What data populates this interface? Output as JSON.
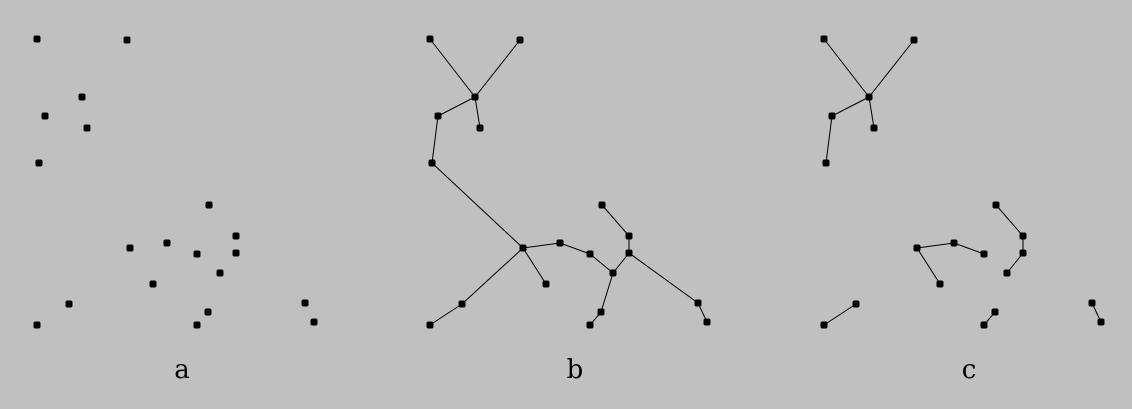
{
  "figure": {
    "background": "#c0c0c0",
    "ink": "#000000",
    "description_panels": [
      "a",
      "b",
      "c"
    ]
  },
  "panels": [
    {
      "label": "a",
      "nodes": 20,
      "edges": []
    },
    {
      "label": "b",
      "nodes": 20,
      "edges": "minimum-spanning-tree"
    },
    {
      "label": "c",
      "nodes": 20,
      "edges": "spanning-forest"
    }
  ]
}
